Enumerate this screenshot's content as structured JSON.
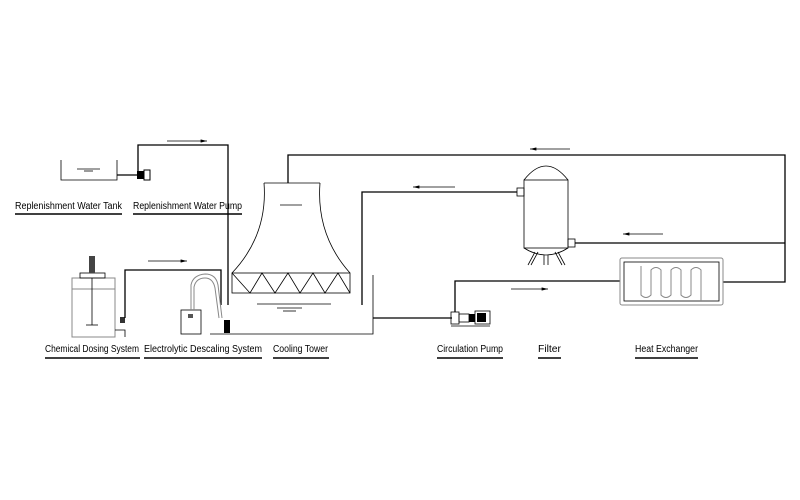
{
  "diagram": {
    "title": "Cooling water circulation system",
    "labels": {
      "replenishment_tank": "Replenishment Water Tank",
      "replenishment_pump": "Replenishment Water Pump",
      "chemical_dosing": "Chemical Dosing System",
      "electrolytic_descaling": "Electrolytic Descaling System",
      "cooling_tower": "Cooling Tower",
      "circulation_pump": "Circulation Pump",
      "filter": "Filter",
      "heat_exchanger": "Heat Exchanger"
    },
    "colors": {
      "line": "#000000",
      "equipment_outline": "#888888",
      "background": "#ffffff"
    }
  }
}
